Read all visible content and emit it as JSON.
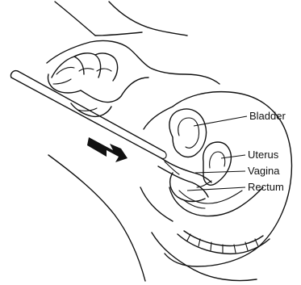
{
  "labels": {
    "bladder": "Bladder",
    "uterus": "Uterus",
    "vagina": "Vagina",
    "rectum": "Rectum"
  }
}
